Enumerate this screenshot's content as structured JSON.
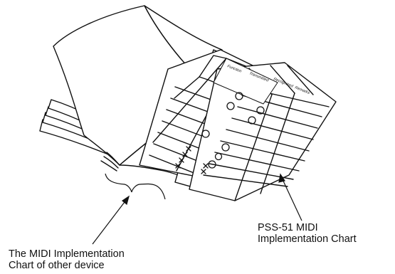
{
  "labels": {
    "pss_chart_line1": "PSS-51 MIDI",
    "pss_chart_line2": "Implementation Chart",
    "other_chart_line1": "The MIDI Implementation",
    "other_chart_line2": "Chart of other device"
  },
  "chart_headers": {
    "left_chart": [
      "Function",
      "Transmitted"
    ],
    "right_chart": [
      "Recognized",
      "Remarks"
    ]
  },
  "marks": {
    "circles": 8,
    "crosses": 6
  }
}
